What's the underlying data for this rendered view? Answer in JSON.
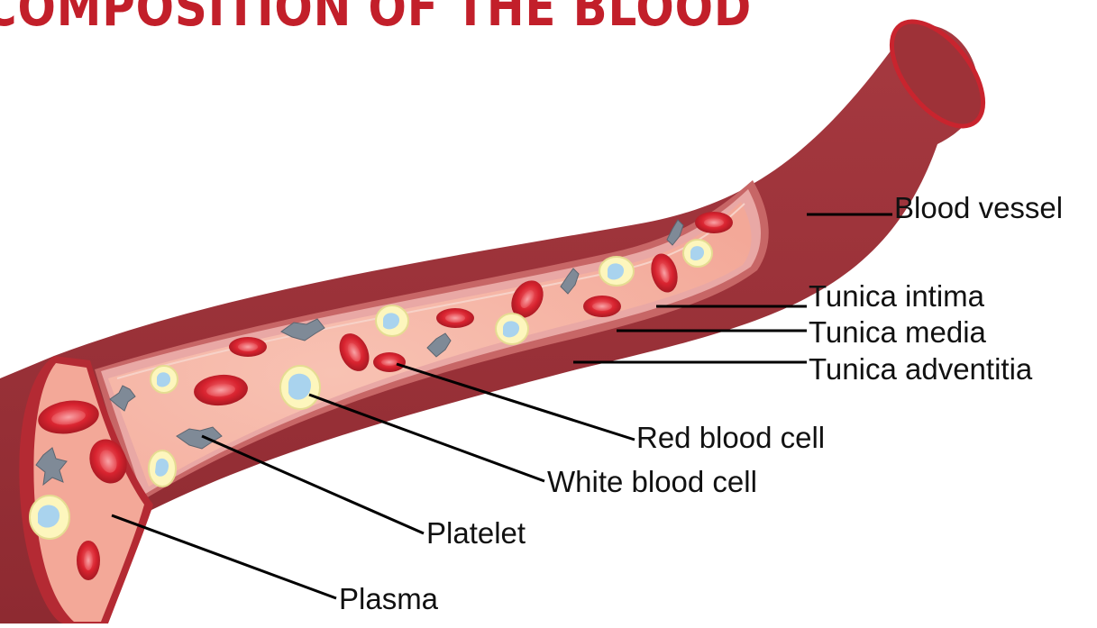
{
  "title": "COMPOSITION OF THE BLOOD",
  "labels": {
    "blood_vessel": "Blood vessel",
    "tunica_intima": "Tunica intima",
    "tunica_media": "Tunica media",
    "tunica_adventitia": "Tunica adventitia",
    "red_blood_cell": "Red blood cell",
    "white_blood_cell": "White blood cell",
    "platelet": "Platelet",
    "plasma": "Plasma"
  },
  "colors": {
    "title": "#c21f2a",
    "vessel_wall": "#9e3238",
    "vessel_rim": "#c9242e",
    "lumen_plasma": "#f6b3a4",
    "tunica_band": "#e9a8a5",
    "red_blood_cell": "#c81f2a",
    "white_blood_cell": "#fdf6bd",
    "white_blood_cell_nucleus": "#a9d3ee",
    "platelet": "#7f8a97",
    "leader_line": "#000000",
    "label_text": "#111111"
  },
  "icons": {
    "red_blood_cell": "biconcave-disc-icon",
    "white_blood_cell": "leukocyte-icon",
    "platelet": "platelet-fragment-icon"
  }
}
